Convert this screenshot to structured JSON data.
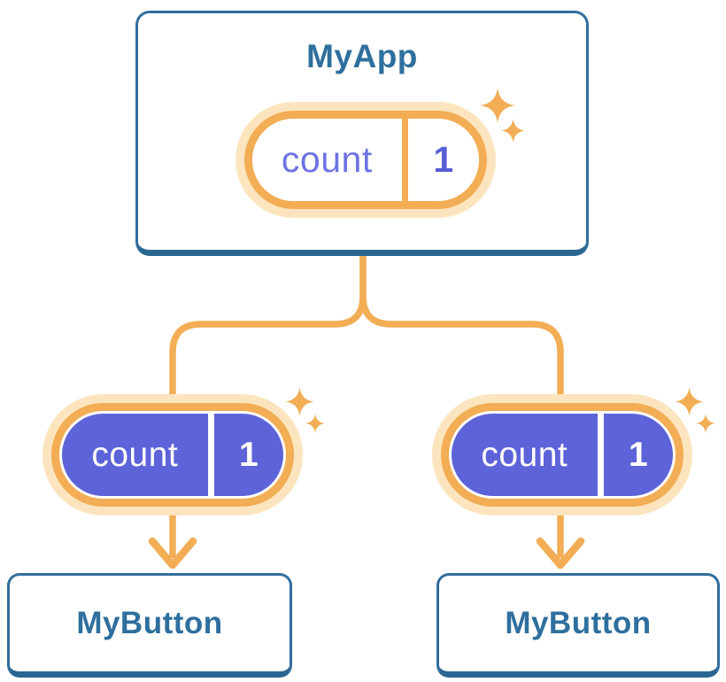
{
  "diagram": {
    "description": "Component tree with shared state",
    "root": {
      "title": "MyApp",
      "state": {
        "label": "count",
        "value": "1"
      }
    },
    "children": [
      {
        "title": "MyButton",
        "state": {
          "label": "count",
          "value": "1"
        }
      },
      {
        "title": "MyButton",
        "state": {
          "label": "count",
          "value": "1"
        }
      }
    ],
    "icons": {
      "sparkle": "sparkle-icon"
    },
    "colors": {
      "accent_orange": "#F2AD55",
      "glow_cream": "#FCE5BE",
      "state_fill_indigo": "#5D63D8",
      "state_label_indigo": "#6E72E2",
      "state_value_indigo": "#575DD6",
      "node_border_blue": "#316E9C",
      "node_border_bottom_blue": "#2A6692",
      "node_text_blue": "#2E6F9E",
      "background": "#FFFFFF"
    }
  }
}
